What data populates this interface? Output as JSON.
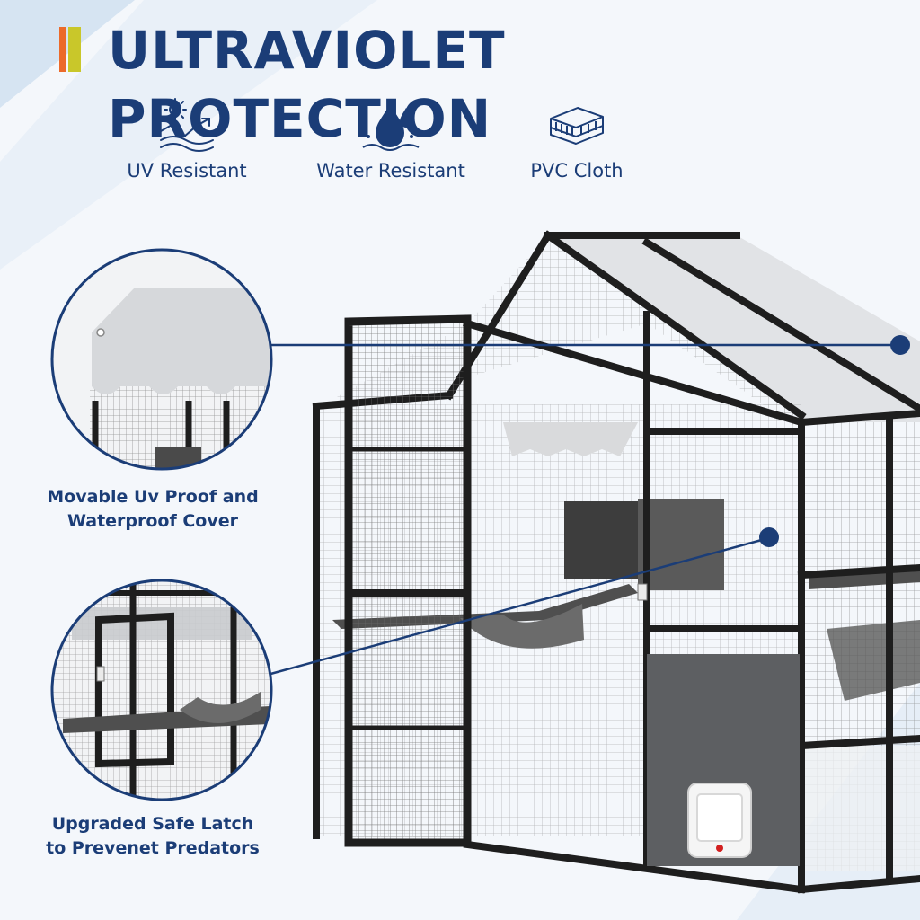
{
  "title": "ULTRAVIOLET PROTECTION",
  "features": [
    {
      "label": "UV Resistant",
      "icon": "uv-sun-icon"
    },
    {
      "label": "Water Resistant",
      "icon": "water-drops-icon"
    },
    {
      "label": "PVC Cloth",
      "icon": "fabric-layers-icon"
    }
  ],
  "callouts": [
    {
      "line1": "Movable Uv Proof and",
      "line2": "Waterproof Cover"
    },
    {
      "line1": "Upgraded Safe Latch",
      "line2": "to Prevenet Predators"
    }
  ],
  "colors": {
    "navy": "#1b3d77",
    "accent_orange": "#ec6a2a",
    "accent_yellow": "#c9c72a",
    "frame": "#1e1e1e",
    "cover": "#e1e3e6"
  }
}
